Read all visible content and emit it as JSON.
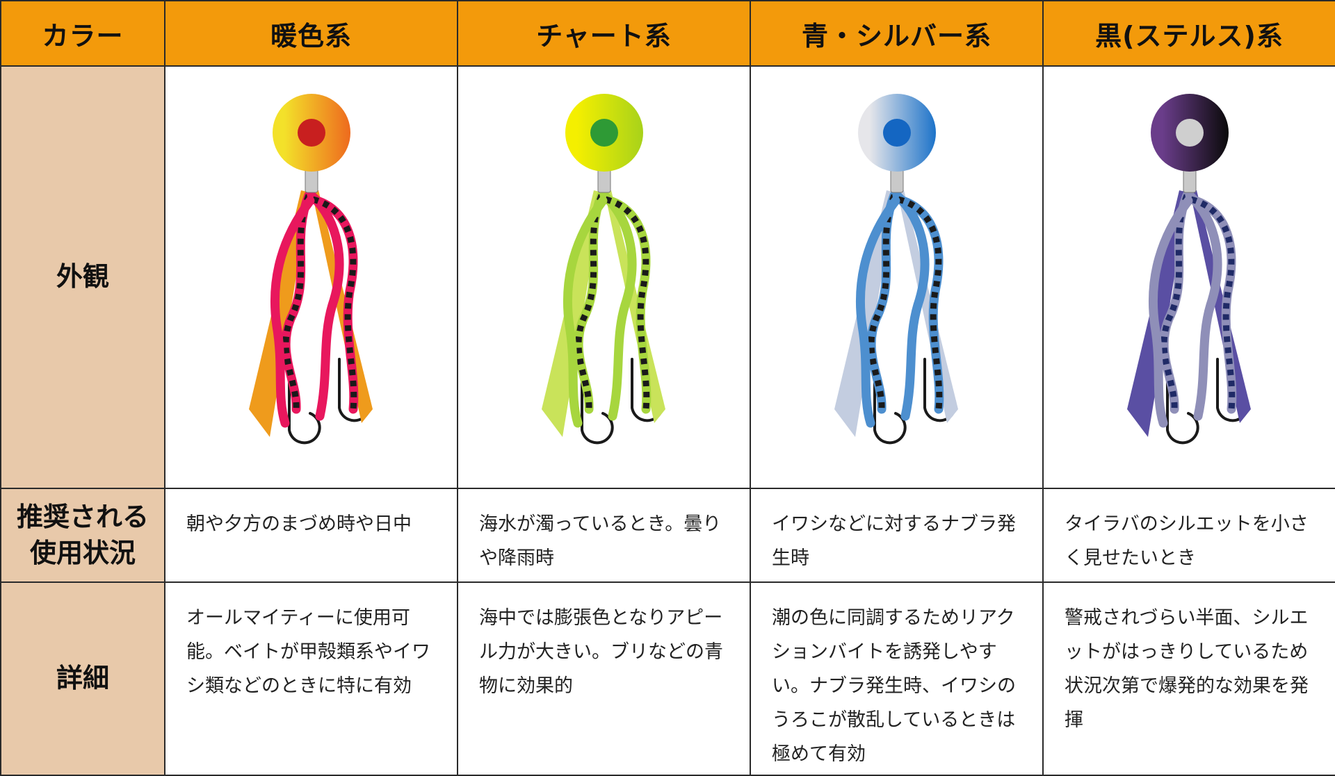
{
  "table": {
    "header": {
      "label": "カラー",
      "columns": [
        "暖色系",
        "チャート系",
        "青・シルバー系",
        "黒(ステルス)系"
      ]
    },
    "rows": {
      "appearance": "外観",
      "usage": "推奨される\n使用状況",
      "details": "詳細"
    },
    "usage": [
      "朝や夕方のまづめ時や日中",
      "海水が濁っているとき。曇りや降雨時",
      "イワシなどに対するナブラ発生時",
      "タイラバのシルエットを小さく見せたいとき"
    ],
    "details": [
      "オールマイティーに使用可能。ベイトが甲殻類系やイワシ類などのときに特に有効",
      "海中では膨張色となりアピール力が大きい。ブリなどの青物に効果的",
      "潮の色に同調するためリアクションバイトを誘発しやすい。ナブラ発生時、イワシのうろこが散乱しているときは極めて有効",
      "警戒されづらい半面、シルエットがはっきりしているため状況次第で爆発的な効果を発揮"
    ]
  },
  "colors": {
    "header_bg": "#f39a0b",
    "label_bg": "#e8c9aa",
    "warm": {
      "head_from": "#f3e12a",
      "head_to": "#ee6a1e",
      "eye": "#c81f1f",
      "skirt": "#ef9b1c",
      "tentacle": "#e8175d",
      "dash": "#1a1a1a"
    },
    "chart": {
      "head_from": "#f4ef00",
      "head_to": "#a8d21a",
      "eye": "#2e9a35",
      "skirt": "#c9e35a",
      "tentacle": "#a7d63e",
      "dash": "#1a1a1a"
    },
    "blue_silver": {
      "head_from": "#e6e6ea",
      "head_to": "#1d73c9",
      "eye": "#1466c2",
      "skirt": "#c3cde0",
      "tentacle": "#4d8fcf",
      "dash": "#1a1a1a"
    },
    "black_stealth": {
      "head_from": "#6a3d8a",
      "head_to": "#0a0a0a",
      "eye": "#cfcfcf",
      "skirt": "#5a4fa3",
      "tentacle": "#8f8fb8",
      "dash": "#1f2a66"
    }
  },
  "icons": [
    "warm-jig-icon",
    "chart-jig-icon",
    "blue-silver-jig-icon",
    "black-stealth-jig-icon"
  ]
}
